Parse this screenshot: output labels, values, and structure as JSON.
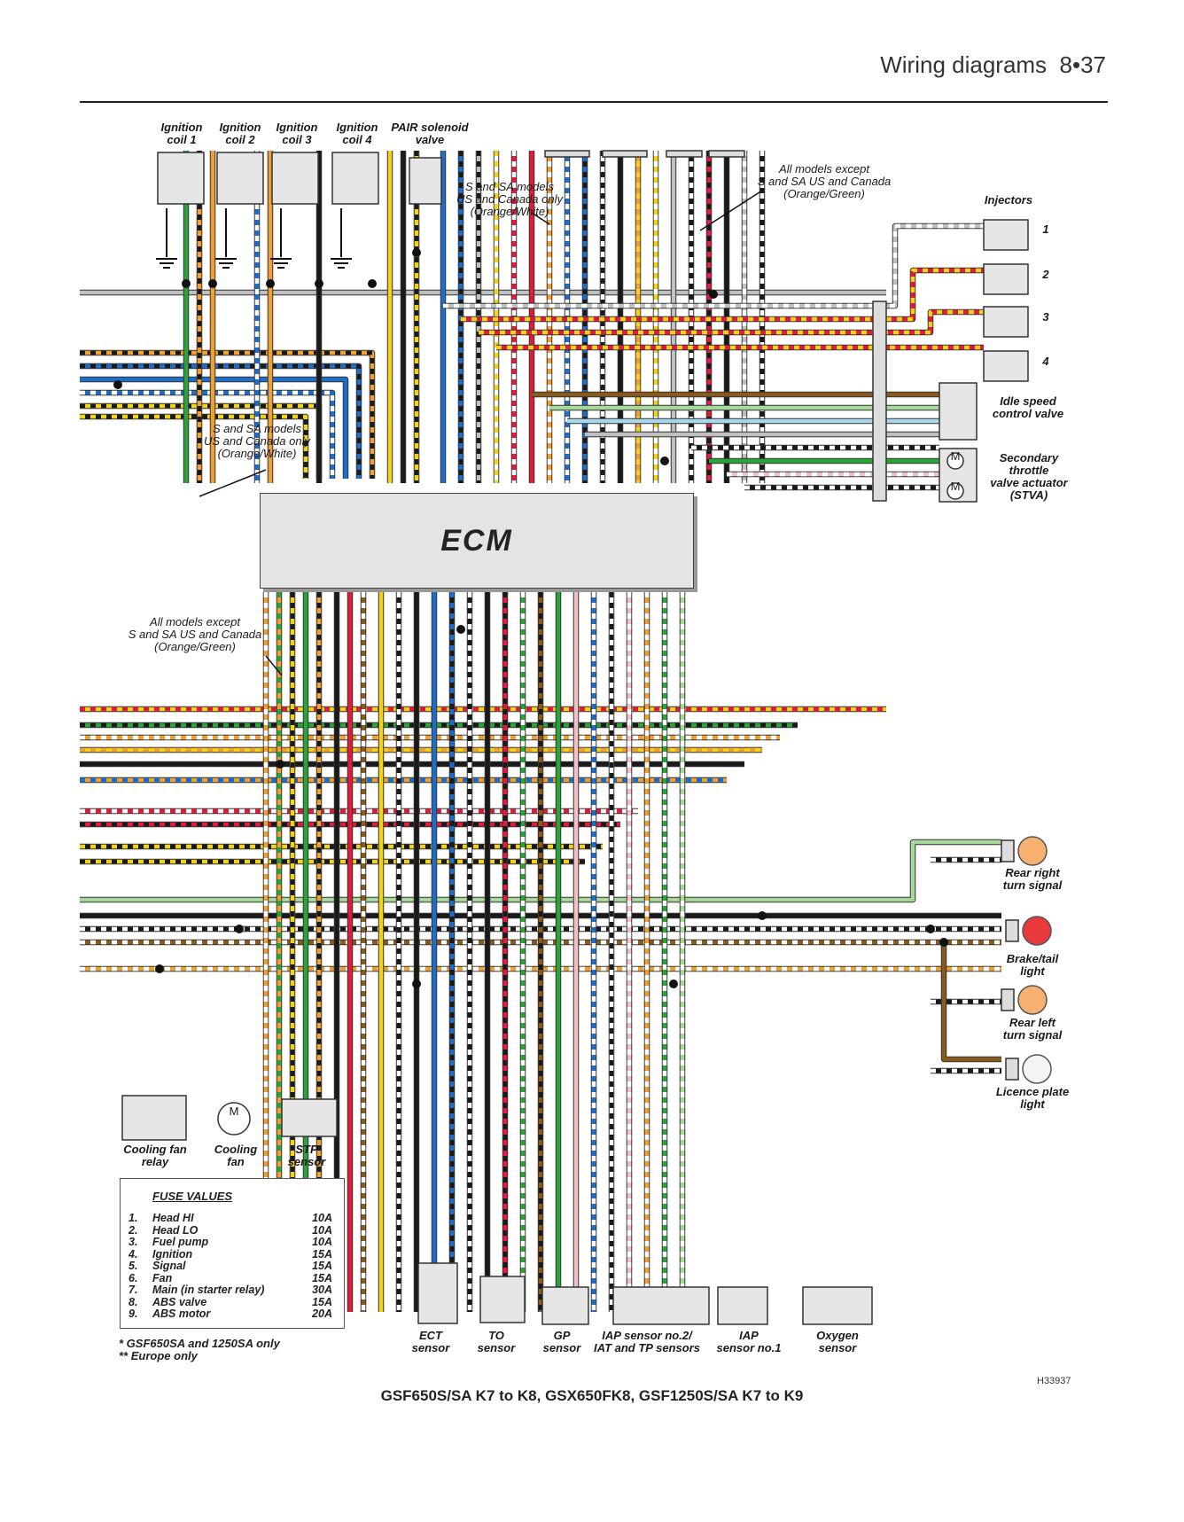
{
  "header": {
    "title": "Wiring diagrams",
    "page": "8•37"
  },
  "ecm_label": "ECM",
  "components": {
    "coil1": "Ignition\ncoil 1",
    "coil2": "Ignition\ncoil 2",
    "coil3": "Ignition\ncoil 3",
    "coil4": "Ignition\ncoil 4",
    "pair": "PAIR solenoid\nvalve",
    "injectors": "Injectors",
    "idle": "Idle speed\ncontrol valve",
    "stva": "Secondary\nthrottle\nvalve actuator\n(STVA)",
    "rear_right": "Rear right\nturn signal",
    "brake_tail": "Brake/tail\nlight",
    "rear_left": "Rear left\nturn signal",
    "licence": "Licence plate\nlight",
    "fan_relay": "Cooling fan\nrelay",
    "fan": "Cooling\nfan",
    "stp": "STP\nsensor",
    "ect": "ECT\nsensor",
    "to": "TO\nsensor",
    "gp": "GP\nsensor",
    "iap2": "IAP sensor no.2/\nIAT and TP sensors",
    "iap1": "IAP\nsensor no.1",
    "o2": "Oxygen\nsensor"
  },
  "injector_numbers": [
    "1",
    "2",
    "3",
    "4"
  ],
  "notes": {
    "top_mid": "S and SA models\nUS and Canada only\n(Orange/White)",
    "top_right": "All models except\nS and SA US and Canada\n(Orange/Green)",
    "left_mid": "S and SA models\nUS and Canada only\n(Orange/White)",
    "left_low": "All models except\nS and SA US and Canada\n(Orange/Green)"
  },
  "motor_symbol": "M",
  "fuse": {
    "title": "FUSE VALUES",
    "rows": [
      {
        "n": "1.",
        "name": "Head HI",
        "value": "10A"
      },
      {
        "n": "2.",
        "name": "Head LO",
        "value": "10A"
      },
      {
        "n": "3.",
        "name": "Fuel pump",
        "value": "10A"
      },
      {
        "n": "4.",
        "name": "Ignition",
        "value": "15A"
      },
      {
        "n": "5.",
        "name": "Signal",
        "value": "15A"
      },
      {
        "n": "6.",
        "name": "Fan",
        "value": "15A"
      },
      {
        "n": "7.",
        "name": "Main (in starter relay)",
        "value": "30A"
      },
      {
        "n": "8.",
        "name": "ABS valve",
        "value": "15A"
      },
      {
        "n": "9.",
        "name": "ABS motor",
        "value": "20A"
      }
    ]
  },
  "footnotes": [
    "*  GSF650SA and 1250SA only",
    "** Europe only"
  ],
  "code": "H33937",
  "caption": "GSF650S/SA K7 to K8, GSX650FK8, GSF1250S/SA K7 to K9"
}
